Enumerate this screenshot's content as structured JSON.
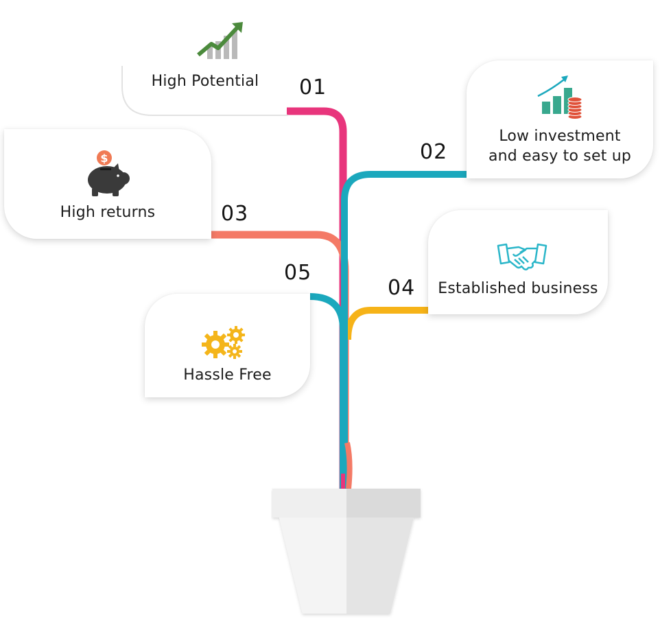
{
  "items": [
    {
      "number": "01",
      "label": "High Potential",
      "icon": "growth-chart-icon",
      "color": "#e8357c"
    },
    {
      "number": "02",
      "label": "Low investment and easy to set up",
      "label_lines": [
        "Low investment",
        "and easy to set up"
      ],
      "icon": "investment-chart-coins-icon",
      "color": "#1ba8bd"
    },
    {
      "number": "03",
      "label": "High returns",
      "icon": "piggy-bank-icon",
      "color": "#f47a66"
    },
    {
      "number": "04",
      "label": "Established business",
      "icon": "handshake-icon",
      "color": "#f6b318"
    },
    {
      "number": "05",
      "label": "Hassle Free",
      "icon": "gears-icon",
      "color": "#1ba8bd"
    }
  ],
  "colors": {
    "pink": "#e8357c",
    "teal": "#1ba8bd",
    "coral": "#f47a66",
    "yellow": "#f6b318",
    "green": "#4b8a3c",
    "pot_light": "#f3f3f3",
    "pot_dark": "#dcdcdc",
    "icon_dark": "#3a3a3a",
    "coin_red": "#e0523a",
    "handshake_teal": "#2bb6c9",
    "gear_yellow": "#f4b51a"
  }
}
